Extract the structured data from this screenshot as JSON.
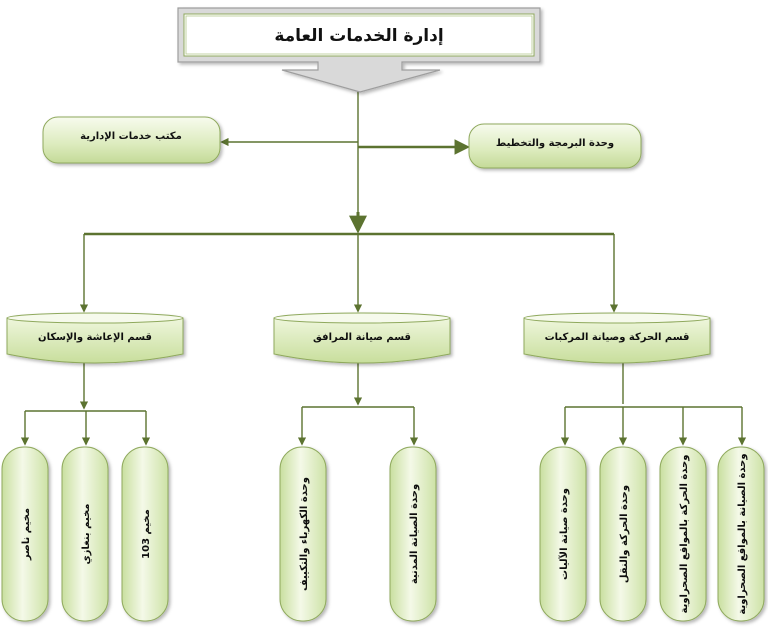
{
  "colors": {
    "box_fill_light": "#f2f8e2",
    "box_fill_dark": "#c9df9f",
    "box_stroke": "#8fa95d",
    "connector": "#5c7330",
    "title_border": "#a9a9a9",
    "title_fill": "#eaf4d6"
  },
  "head": {
    "label": "إدارة الخدمات العامة"
  },
  "staff": {
    "admin_office": "مكتب خدمات الإدارية",
    "planning_unit": "وحدة البرمجة والتخطيط"
  },
  "departments": [
    {
      "label": "قسم الإعاشة والإسكان",
      "units": [
        "مخيم ناصر",
        "مخيم بنغازي",
        "مخيم 103"
      ]
    },
    {
      "label": "قسم صيانة المرافق",
      "units": [
        "وحدة الكهرباء والتكييف",
        "وحدة الصيانة المدنية"
      ]
    },
    {
      "label": "قسم الحركة وصيانة المركبات",
      "units": [
        "وحدة صيانة الآليات",
        "وحدة الحركة والنقل",
        "وحدة الحركة بالمواقع الصحراوية",
        "وحدة الصيانة بالمواقع الصحراوية"
      ]
    }
  ]
}
